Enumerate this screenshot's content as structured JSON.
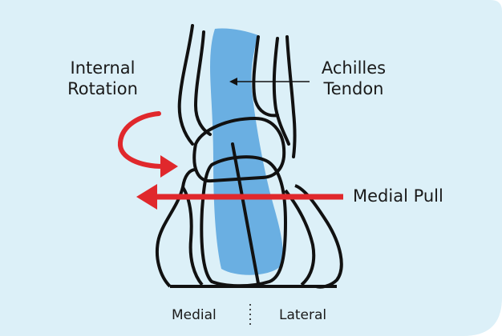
{
  "colors": {
    "background": "#dcf0f8",
    "tendon": "#6aafe2",
    "arrow": "#e0282c",
    "outline": "#111111"
  },
  "labels": {
    "internal_rotation": [
      "Internal",
      "Rotation"
    ],
    "achilles_tendon": [
      "Achilles",
      "Tendon"
    ],
    "medial_pull": "Medial Pull",
    "medial": "Medial",
    "lateral": "Lateral"
  }
}
